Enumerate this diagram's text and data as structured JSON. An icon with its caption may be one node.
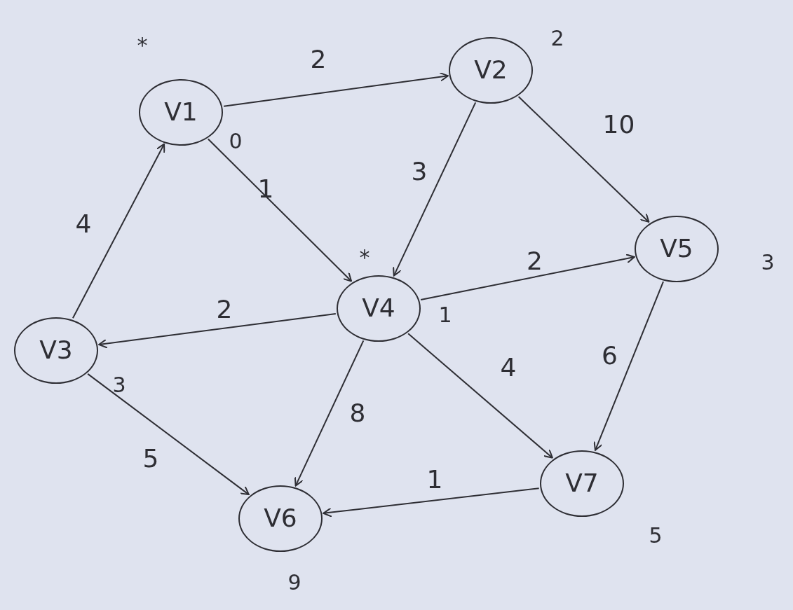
{
  "diagram": {
    "nodes": [
      {
        "text": [
          "V1"
        ],
        "beside": [
          "*",
          "0"
        ]
      },
      {
        "text": [
          "V2"
        ],
        "beside": [
          "2"
        ]
      },
      {
        "text": [
          "V3"
        ],
        "beside": [
          "3"
        ]
      },
      {
        "text": [
          "V4"
        ],
        "beside": [
          "*",
          "1"
        ]
      },
      {
        "text": [
          "V5"
        ],
        "beside": [
          "3"
        ]
      },
      {
        "text": [
          "V6"
        ],
        "beside": [
          "9"
        ]
      },
      {
        "text": [
          "V7"
        ],
        "beside": [
          "5"
        ]
      }
    ],
    "edges": [
      {
        "from": 0,
        "to": 1,
        "arrow": "to",
        "label": "2"
      },
      {
        "from": 0,
        "to": 3,
        "arrow": "to",
        "label": "1"
      },
      {
        "from": 1,
        "to": 3,
        "arrow": "to",
        "label": "3"
      },
      {
        "from": 1,
        "to": 4,
        "arrow": "to",
        "label": "10"
      },
      {
        "from": 2,
        "to": 0,
        "arrow": "to",
        "label": "4"
      },
      {
        "from": 3,
        "to": 2,
        "arrow": "to",
        "label": "2"
      },
      {
        "from": 3,
        "to": 4,
        "arrow": "to",
        "label": "2"
      },
      {
        "from": 3,
        "to": 5,
        "arrow": "to",
        "label": "8"
      },
      {
        "from": 3,
        "to": 6,
        "arrow": "to",
        "label": "4"
      },
      {
        "from": 4,
        "to": 6,
        "arrow": "to",
        "label": "6"
      },
      {
        "from": 6,
        "to": 5,
        "arrow": "to",
        "label": "1"
      },
      {
        "from": 2,
        "to": 5,
        "arrow": "to",
        "label": "5"
      }
    ]
  }
}
